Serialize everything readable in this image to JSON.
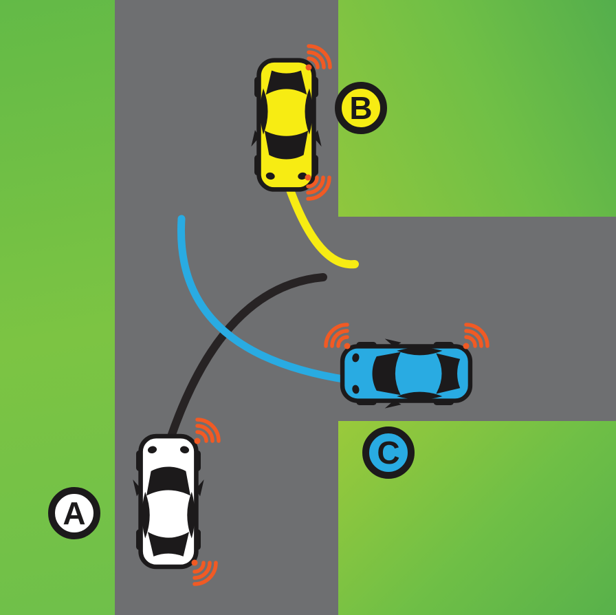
{
  "scene": {
    "description": "Road-rules diagram: T-intersection with three cars indicating turns",
    "colors": {
      "road_gray": "#6e6f71",
      "grass_green": "#74c344",
      "grass_green_dark": "#54ae4c",
      "grass_green_light": "#9aca3b",
      "outline_black": "#1c1a1b",
      "indicator_orange": "#f15a24",
      "arrow_black": "#272324",
      "car_a_white": "#ffffff",
      "car_b_yellow": "#f7ec13",
      "car_c_blue": "#29abe2"
    },
    "cars": [
      {
        "label": "A",
        "color_name": "white",
        "fill": "#ffffff",
        "heading": "north",
        "signal": "right-indicator",
        "path_arrow": "black curve turning right into east road"
      },
      {
        "label": "B",
        "color_name": "yellow",
        "fill": "#f7ec13",
        "heading": "south",
        "signal": "left-indicator",
        "path_arrow": "yellow curve turning left into east road"
      },
      {
        "label": "C",
        "color_name": "blue",
        "fill": "#29abe2",
        "heading": "west",
        "signal": "right-indicator",
        "path_arrow": "blue curve turning right heading north"
      }
    ]
  }
}
